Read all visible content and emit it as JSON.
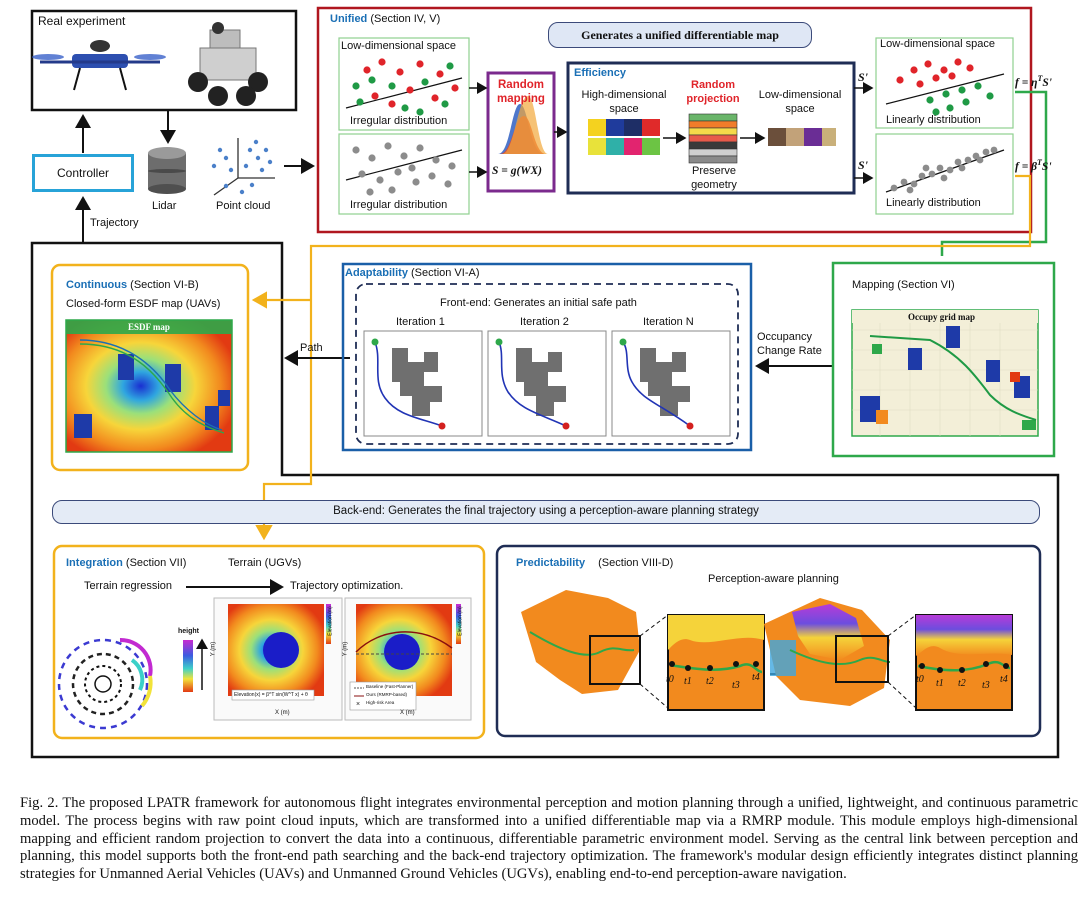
{
  "real_experiment": {
    "title": "Real experiment"
  },
  "controller": {
    "label": "Controller"
  },
  "trajectory_label": "Trajectory",
  "lidar_label": "Lidar",
  "point_cloud_label": "Point cloud",
  "unified": {
    "title_blue": "Unified",
    "title_rest": "(Section IV, V)",
    "banner": "Generates a unified differentiable map",
    "low_dim_left": "Low-dimensional space",
    "irregular_1": "Irregular distribution",
    "irregular_2": "Irregular distribution",
    "random_mapping": "Random mapping",
    "formula_s": "S = g(WX)",
    "efficiency": "Efficiency",
    "high_dim": "High-dimensional space",
    "random_projection": "Random projection",
    "low_dim_mid": "Low-dimensional space",
    "preserve": "Preserve geometry",
    "s_prime": "S'",
    "low_dim_right": "Low-dimensional space",
    "linearly_1": "Linearly distribution",
    "linearly_2": "Linearly distribution",
    "f_eta": "f = η",
    "f_beta": "f = β",
    "sup_t": "T",
    "s_tail": "S'"
  },
  "colors": {
    "red_frame": "#b0171f",
    "blue_frame": "#1a5fa8",
    "green_frame": "#2ea84a",
    "yellow_frame": "#f2b21c",
    "navy_frame": "#1f2d55",
    "accent_blue": "#1a6fb5"
  },
  "continuous": {
    "title_blue": "Continuous",
    "title_rest": "(Section VI-B)",
    "subtitle": "Closed-form ESDF map (UAVs)",
    "map_label": "ESDF map"
  },
  "path_label": "Path",
  "adaptability": {
    "title_blue": "Adaptability",
    "title_rest": "(Section VI-A)",
    "frontend": "Front-end: Generates an initial safe path",
    "iterations": [
      "Iteration 1",
      "Iteration 2",
      "Iteration N"
    ]
  },
  "occupancy_label": "Occupancy Change Rate",
  "mapping": {
    "title": "Mapping (Section VI)",
    "map_label": "Occupy grid map"
  },
  "backend": {
    "banner": "Back-end: Generates the final trajectory using a perception-aware planning strategy"
  },
  "integration": {
    "title_blue": "Integration",
    "title_rest": "(Section VII)",
    "terrain": "Terrain (UGVs)",
    "terrain_regression": "Terrain regression",
    "traj_opt": "Trajectory optimization.",
    "height": "height",
    "elev_label": "Elevation (m)",
    "y_axis": "Y (m)",
    "x_axis": "X (m)",
    "plot1_formula": "Elevation(x) = β^T sin(W^T x) + θ",
    "legend": [
      "Baseline (Fast-Planner)",
      "Ours (RMRP-based)",
      "High-risk Area"
    ]
  },
  "predictability": {
    "title_blue": "Predictability",
    "title_rest": "(Section VIII-D)",
    "subtitle": "Perception-aware planning",
    "t_labels": [
      "t0",
      "t1",
      "t2",
      "t3",
      "t4"
    ]
  },
  "caption": "Fig. 2.  The proposed LPATR framework for autonomous flight integrates environmental perception and motion planning through a unified, lightweight, and continuous parametric model. The process begins with raw point cloud inputs, which are transformed into a unified differentiable map via a RMRP module. This module employs high-dimensional mapping and efficient random projection to convert the data into a continuous, differentiable parametric environment model. Serving as the central link between perception and planning, this model supports both the front-end path searching and the back-end trajectory optimization. The framework's modular design efficiently integrates distinct planning strategies for Unmanned Aerial Vehicles (UAVs) and Unmanned Ground Vehicles (UGVs), enabling end-to-end perception-aware navigation."
}
